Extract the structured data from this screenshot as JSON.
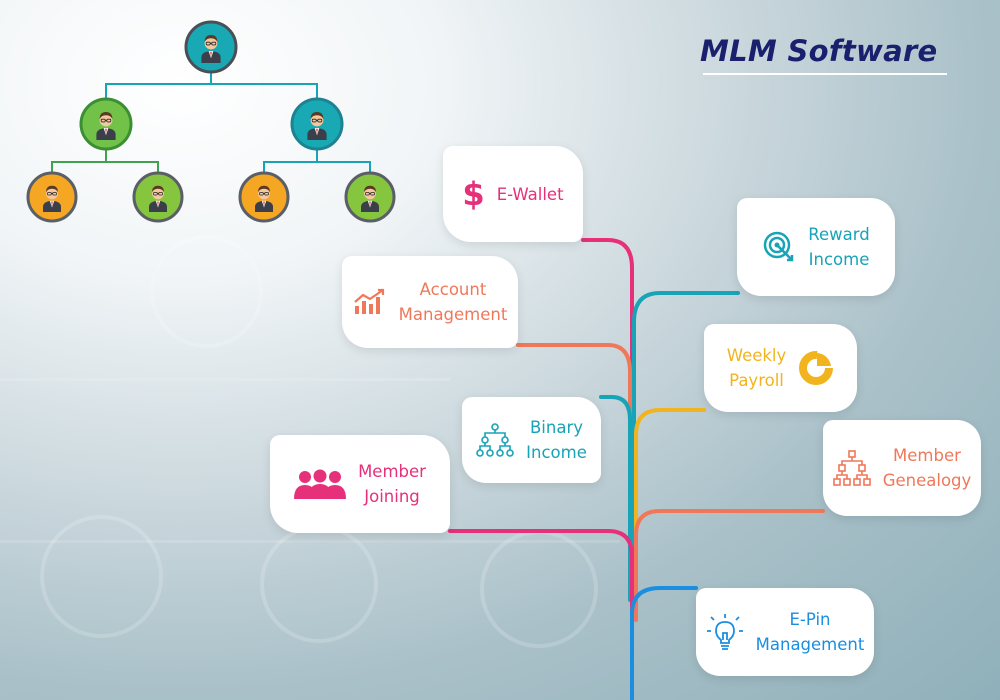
{
  "title": "MLM Software",
  "colors": {
    "pink": "#e6307a",
    "teal": "#18a3b7",
    "orange": "#f0785a",
    "yellow": "#f2b41e",
    "blue": "#1b8ee0",
    "navy": "#1a1f6e"
  },
  "org_chart": {
    "root": "avatar-teal",
    "level_2": [
      "avatar-green",
      "avatar-teal"
    ],
    "level_3": [
      "avatar-orange",
      "avatar-green",
      "avatar-orange",
      "avatar-green"
    ]
  },
  "features": [
    {
      "id": "e-wallet",
      "lines": [
        "E-Wallet"
      ],
      "icon": "dollar-icon",
      "color": "#e6307a"
    },
    {
      "id": "reward-income",
      "lines": [
        "Reward",
        "Income"
      ],
      "icon": "target-icon",
      "color": "#18a3b7"
    },
    {
      "id": "account-management",
      "lines": [
        "Account",
        "Management"
      ],
      "icon": "bar-chart-icon",
      "color": "#f0785a"
    },
    {
      "id": "weekly-payroll",
      "lines": [
        "Weekly",
        "Payroll"
      ],
      "icon": "pie-chart-icon",
      "color": "#f2b41e"
    },
    {
      "id": "binary-income",
      "lines": [
        "Binary",
        "Income"
      ],
      "icon": "binary-tree-icon",
      "color": "#18a3b7"
    },
    {
      "id": "member-genealogy",
      "lines": [
        "Member",
        "Genealogy"
      ],
      "icon": "genealogy-tree-icon",
      "color": "#f0785a"
    },
    {
      "id": "member-joining",
      "lines": [
        "Member",
        "Joining"
      ],
      "icon": "people-group-icon",
      "color": "#e6307a"
    },
    {
      "id": "e-pin-management",
      "lines": [
        "E-Pin",
        "Management"
      ],
      "icon": "lightbulb-icon",
      "color": "#1b8ee0"
    }
  ]
}
